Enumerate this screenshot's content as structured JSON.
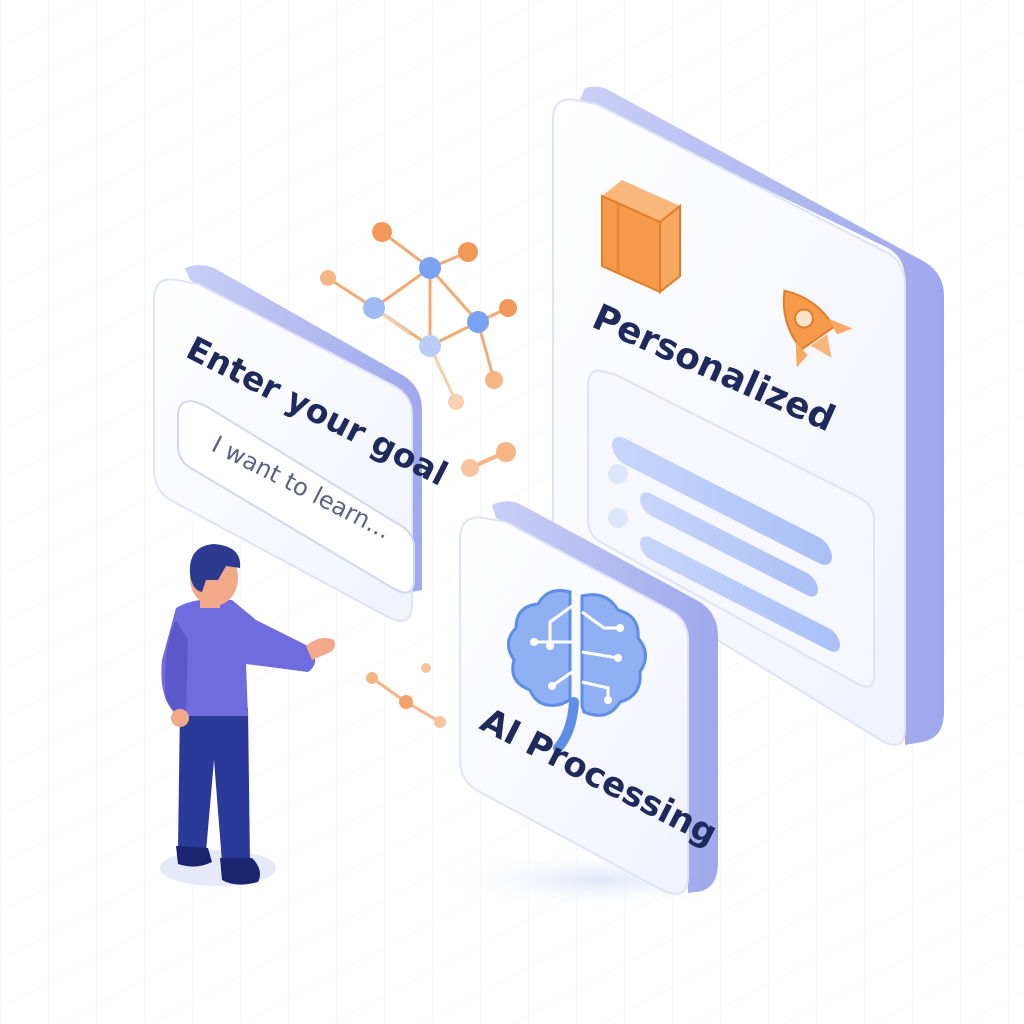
{
  "goal_card": {
    "title": "Enter your goal",
    "input_placeholder": "I want to learn..."
  },
  "processing_card": {
    "label": "AI Processing",
    "icon": "brain-icon"
  },
  "result_card": {
    "title": "Personalized",
    "icons": [
      "book-icon",
      "rocket-icon"
    ],
    "list_items": 3
  },
  "colors": {
    "card_face": "#f8f9ff",
    "card_edge": "#b5bdf2",
    "heading": "#1f2a5c",
    "accent_orange": "#f59a4a",
    "accent_blue": "#7aa2f0",
    "person_shirt": "#6f6ce0",
    "person_pants": "#2b3a99"
  }
}
